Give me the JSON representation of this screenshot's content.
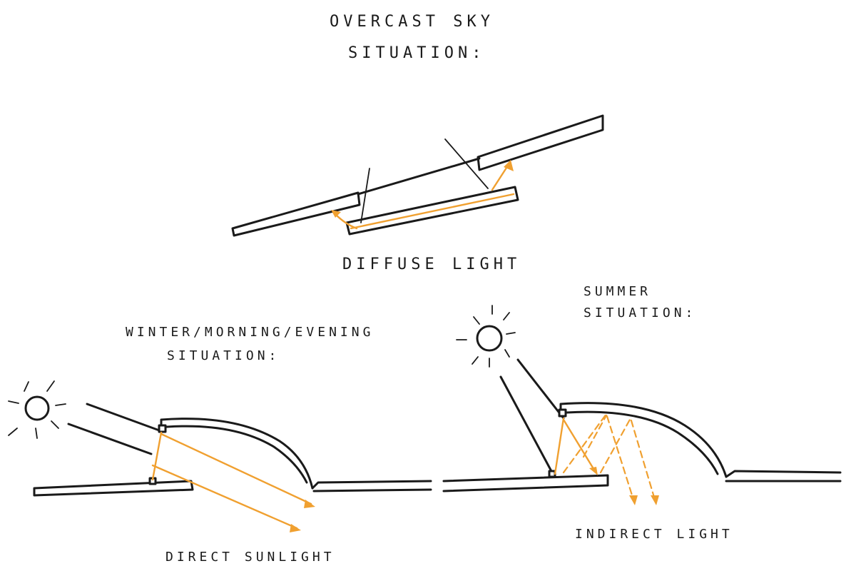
{
  "overcast": {
    "title_line1": "OVERCAST SKY",
    "title_line2": "SITUATION:",
    "caption": "DIFFUSE LIGHT"
  },
  "winter": {
    "title_line1": "WINTER/MORNING/EVENING",
    "title_line2": "SITUATION:",
    "caption": "DIRECT SUNLIGHT"
  },
  "summer": {
    "title_line1": "SUMMER",
    "title_line2": "SITUATION:",
    "caption": "INDIRECT LIGHT"
  },
  "colors": {
    "ink": "#1a1a1a",
    "light": "#f0a030"
  },
  "icons": [
    "sun-icon"
  ]
}
